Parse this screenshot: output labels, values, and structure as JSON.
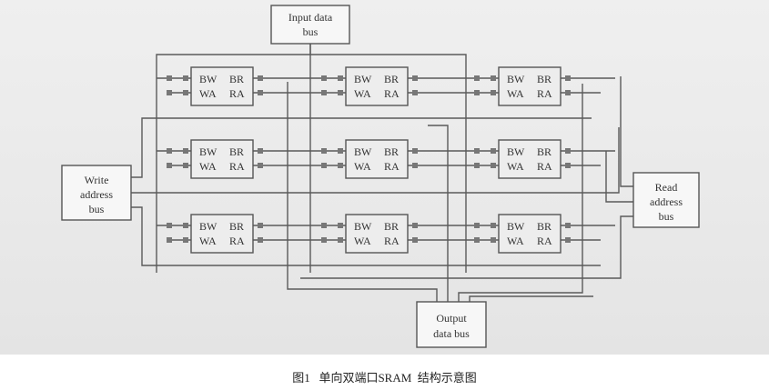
{
  "input_bus": {
    "line1": "Input data",
    "line2": "bus"
  },
  "write_bus": {
    "line1": "Write",
    "line2": "address",
    "line3": "bus"
  },
  "read_bus": {
    "line1": "Read",
    "line2": "address",
    "line3": "bus"
  },
  "output_bus": {
    "line1": "Output",
    "line2": "data bus"
  },
  "cell": {
    "bw": "BW",
    "br": "BR",
    "wa": "WA",
    "ra": "RA"
  },
  "caption": "图1   单向双端口SRAM  结构示意图"
}
